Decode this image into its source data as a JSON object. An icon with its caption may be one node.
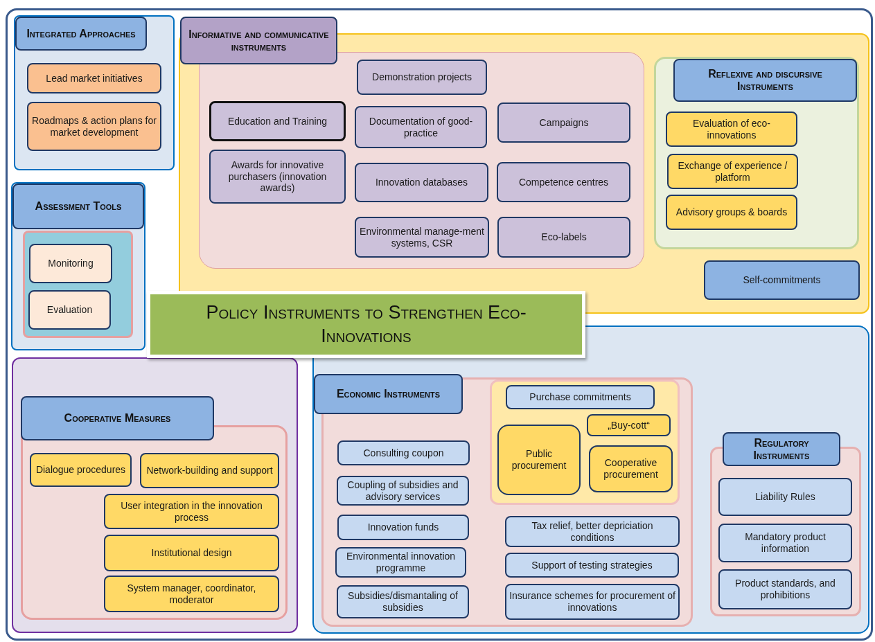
{
  "diagram": {
    "title": "Policy Instruments to Strengthen Eco-Innovations",
    "nodes": [
      {
        "text": [],
        "shape": "box"
      },
      {
        "text": [
          "Integrated Approaches"
        ],
        "in": 0
      },
      {
        "text": [
          "Lead market initiatives"
        ],
        "in": 0
      },
      {
        "text": [
          "Roadmaps & action plans for market development"
        ],
        "in": 0
      },
      {
        "text": [],
        "shape": "box"
      },
      {
        "text": [
          "Informative and communicative instruments"
        ]
      },
      {
        "text": [],
        "shape": "box",
        "in": 4
      },
      {
        "text": [
          "Demonstration projects"
        ],
        "in": 6
      },
      {
        "text": [
          "Education and Training"
        ],
        "in": 6
      },
      {
        "text": [
          "Documentation of good-practice"
        ],
        "in": 6
      },
      {
        "text": [
          "Campaigns"
        ],
        "in": 6
      },
      {
        "text": [
          "Awards for innovative purchasers (innovation awards)"
        ],
        "in": 6
      },
      {
        "text": [
          "Innovation databases"
        ],
        "in": 6
      },
      {
        "text": [
          "Competence centres"
        ],
        "in": 6
      },
      {
        "text": [
          "Environmental manage-ment systems, CSR"
        ],
        "in": 6
      },
      {
        "text": [
          "Eco-labels"
        ],
        "in": 6
      },
      {
        "text": [],
        "shape": "box",
        "in": 4
      },
      {
        "text": [
          "Reflexive and discursive Instruments"
        ],
        "in": 16
      },
      {
        "text": [
          "Evaluation of eco-innovations"
        ],
        "in": 16
      },
      {
        "text": [
          "Exchange of experience / platform"
        ],
        "in": 16
      },
      {
        "text": [
          "Advisory groups & boards"
        ],
        "in": 16
      },
      {
        "text": [
          "Self-commitments"
        ],
        "in": 4
      },
      {
        "text": [],
        "shape": "box"
      },
      {
        "text": [
          "Assessment Tools"
        ],
        "in": 22
      },
      {
        "text": [],
        "shape": "box",
        "in": 22
      },
      {
        "text": [
          "Monitoring"
        ],
        "in": 24
      },
      {
        "text": [
          "Evaluation"
        ],
        "in": 24
      },
      {
        "text": [],
        "shape": "box"
      },
      {
        "text": [
          "Cooperative Measures"
        ],
        "in": 27
      },
      {
        "text": [],
        "shape": "box",
        "in": 27
      },
      {
        "text": [
          "Dialogue procedures"
        ],
        "in": 29
      },
      {
        "text": [
          "Network-building and support"
        ],
        "in": 29
      },
      {
        "text": [
          "User integration in the innovation process"
        ],
        "in": 29
      },
      {
        "text": [
          "Institutional design"
        ],
        "in": 29
      },
      {
        "text": [
          "System manager, coordinator, moderator"
        ],
        "in": 29
      },
      {
        "text": [],
        "shape": "box"
      },
      {
        "text": [
          "Economic Instruments"
        ],
        "in": 35
      },
      {
        "text": [],
        "shape": "box",
        "in": 35
      },
      {
        "text": [],
        "shape": "box",
        "in": 37
      },
      {
        "text": [
          "Purchase commitments"
        ],
        "in": 38
      },
      {
        "text": [
          "Public procurement"
        ],
        "in": 38
      },
      {
        "text": [
          "„Buy-cott“"
        ],
        "in": 38
      },
      {
        "text": [
          "Cooperative procurement"
        ],
        "in": 38
      },
      {
        "text": [
          "Consulting coupon"
        ],
        "in": 37
      },
      {
        "text": [
          "Coupling of subsidies and advisory services"
        ],
        "in": 37
      },
      {
        "text": [
          "Innovation funds"
        ],
        "in": 37
      },
      {
        "text": [
          "Environmental innovation programme"
        ],
        "in": 37
      },
      {
        "text": [
          "Subsidies/dismantaling of subsidies"
        ],
        "in": 37
      },
      {
        "text": [
          "Tax relief, better depriciation conditions"
        ],
        "in": 37
      },
      {
        "text": [
          "Support of testing strategies"
        ],
        "in": 37
      },
      {
        "text": [
          "Insurance schemes for procurement of innovations"
        ],
        "in": 37
      },
      {
        "text": [
          "Regulatory Instruments"
        ],
        "in": 35
      },
      {
        "text": [],
        "shape": "box",
        "in": 35
      },
      {
        "text": [
          "Liability Rules"
        ],
        "in": 52
      },
      {
        "text": [
          "Mandatory product information"
        ],
        "in": 52
      },
      {
        "text": [
          "Product standards, and prohibitions"
        ],
        "in": 52
      }
    ]
  }
}
